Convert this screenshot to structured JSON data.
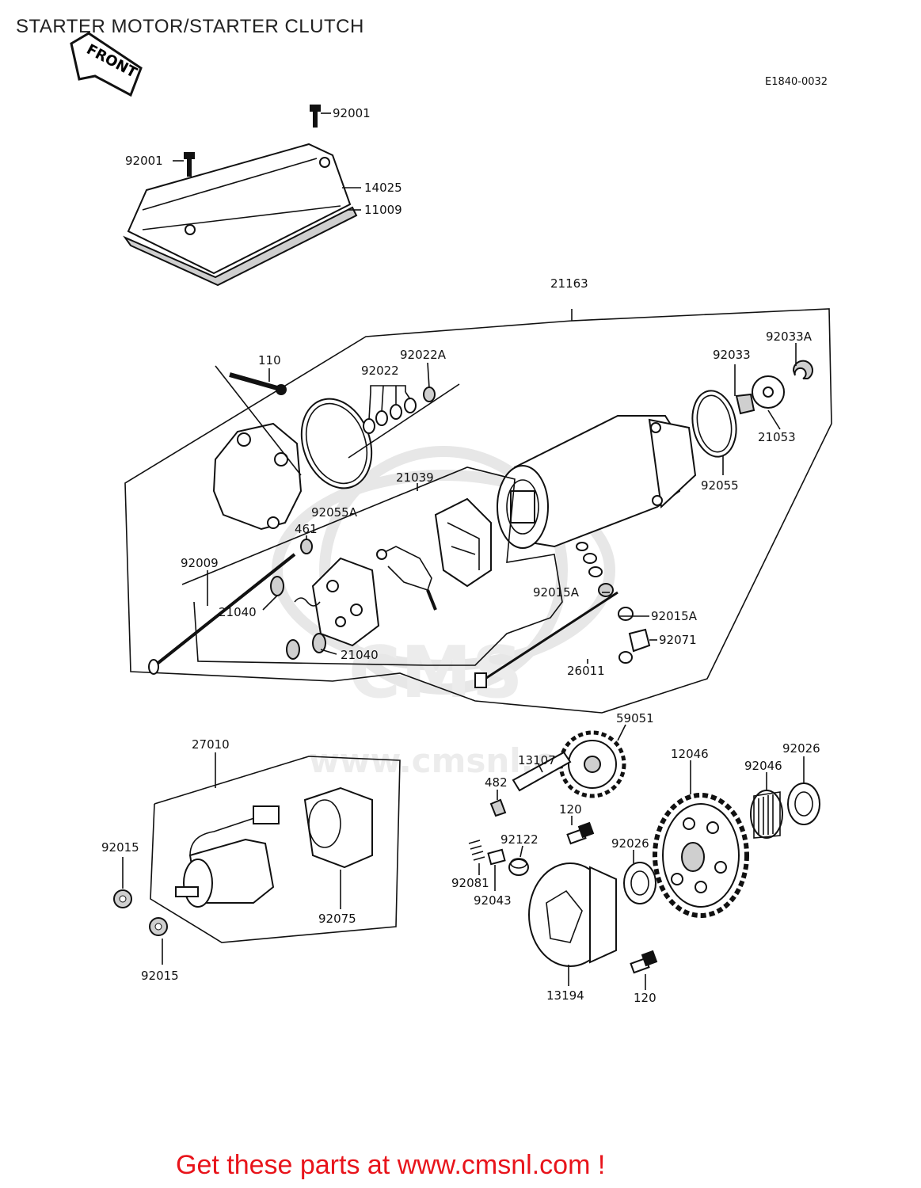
{
  "title": "STARTER MOTOR/STARTER CLUTCH",
  "diagram_code": "E1840-0032",
  "front_arrow_label": "FRONT",
  "watermark": {
    "text": "CMS",
    "url": "www.cmsnl.com"
  },
  "call_to_action": "Get these parts at www.cmsnl.com !",
  "part_labels": {
    "p92001_top": "92001",
    "p92001_left": "92001",
    "p14025": "14025",
    "p11009": "11009",
    "p21163": "21163",
    "p110": "110",
    "p92022A": "92022A",
    "p92022": "92022",
    "p92033": "92033",
    "p92033A": "92033A",
    "p21053": "21053",
    "p92055": "92055",
    "p92055A": "92055A",
    "p21039": "21039",
    "p461": "461",
    "p92009": "92009",
    "p21040_a": "21040",
    "p21040_b": "21040",
    "p92015A_a": "92015A",
    "p92015A_b": "92015A",
    "p92071": "92071",
    "p26011": "26011",
    "p27010": "27010",
    "p59051": "59051",
    "p12046": "12046",
    "p92026_a": "92026",
    "p92026_b": "92026",
    "p92046": "92046",
    "p13107": "13107",
    "p482": "482",
    "p120_a": "120",
    "p120_b": "120",
    "p92122": "92122",
    "p92081": "92081",
    "p92043": "92043",
    "p92015_a": "92015",
    "p92015_b": "92015",
    "p92075": "92075",
    "p13194": "13194"
  }
}
